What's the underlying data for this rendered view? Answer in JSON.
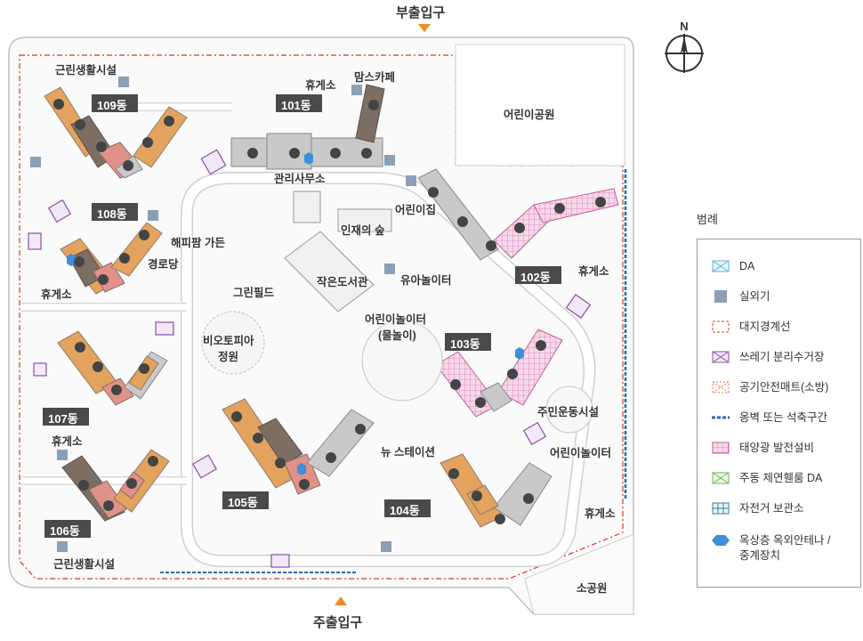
{
  "gates": {
    "north": "부출입구",
    "south": "주출입구"
  },
  "compass": {
    "label": "N"
  },
  "buildings": [
    {
      "id": "109",
      "label": "109동"
    },
    {
      "id": "108",
      "label": "108동"
    },
    {
      "id": "107",
      "label": "107동"
    },
    {
      "id": "106",
      "label": "106동"
    },
    {
      "id": "101",
      "label": "101동"
    },
    {
      "id": "102",
      "label": "102동"
    },
    {
      "id": "103",
      "label": "103동"
    },
    {
      "id": "104",
      "label": "104동"
    },
    {
      "id": "105",
      "label": "105동"
    }
  ],
  "places": {
    "retail_top": "근린생활시설",
    "retail_bottom": "근린생활시설",
    "rest_top": "휴게소",
    "moms_cafe": "맘스카페",
    "kids_park": "어린이공원",
    "management": "관리사무소",
    "daycare": "어린이집",
    "insect_forest": "인재의 숲",
    "happy_garden": "해피팜 가든",
    "senior_hall": "경로당",
    "rest_108": "휴게소",
    "green_field": "그린필드",
    "small_library": "작은도서관",
    "toddler_play": "유아놀이터",
    "rest_102": "휴게소",
    "kids_play_water": "어린이놀이터",
    "kids_play_water2": "(물놀이)",
    "biotope": "비오토피아",
    "biotope2": "정원",
    "resident_sports": "주민운동시설",
    "kids_play": "어린이놀이터",
    "rest_107": "휴게소",
    "new_station": "뉴 스테이션",
    "rest_104": "휴게소",
    "small_park": "소공원"
  },
  "legend": {
    "title": "범례",
    "items": [
      {
        "label": "DA",
        "icon": "da-icon"
      },
      {
        "label": "실외기",
        "icon": "outdoor-unit-icon"
      },
      {
        "label": "대지경계선",
        "icon": "boundary-line-icon"
      },
      {
        "label": "쓰레기 분리수거장",
        "icon": "recycling-area-icon"
      },
      {
        "label": "공기안전매트(소방)",
        "icon": "air-safety-mat-icon"
      },
      {
        "label": "옹벽 또는 석축구간",
        "icon": "retaining-wall-icon"
      },
      {
        "label": "태양광 발전설비",
        "icon": "solar-panel-icon"
      },
      {
        "label": "주동 제연휀룸 DA",
        "icon": "smoke-fan-room-icon"
      },
      {
        "label": "자전거 보관소",
        "icon": "bicycle-storage-icon"
      },
      {
        "label": "옥상층 옥외안테나 /",
        "icon": "rooftop-antenna-icon"
      },
      {
        "label": "중계장치",
        "icon": ""
      }
    ]
  },
  "colors": {
    "accent_orange": "#f08a24",
    "building_dark": "#7d6e63",
    "building_orange": "#e3a35e",
    "building_pink": "#e0928a",
    "building_gray": "#c9c9c9",
    "label_bg": "#4a4a4a",
    "antenna_blue": "#3b8fdb",
    "solar_pink": "#e9a6d0",
    "boundary_red": "#d9342b"
  }
}
